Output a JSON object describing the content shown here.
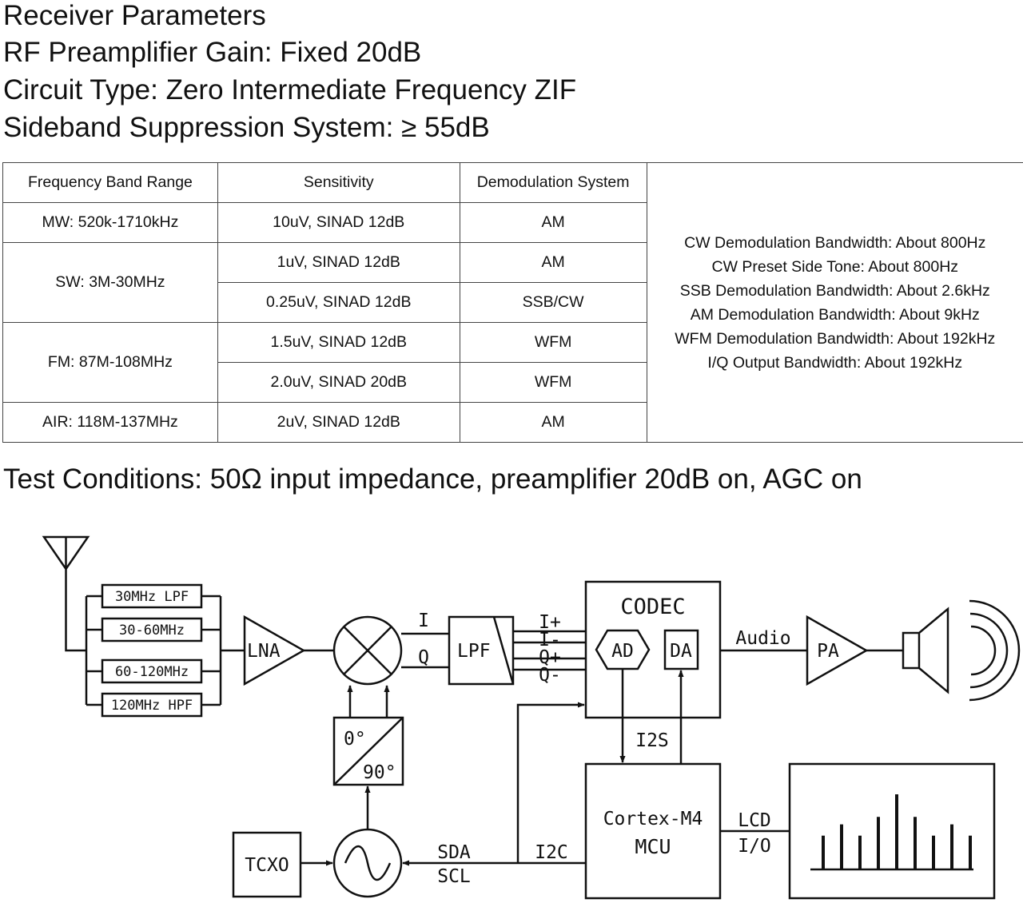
{
  "headings": [
    "Receiver Parameters",
    "RF Preamplifier Gain: Fixed 20dB",
    "Circuit Type: Zero Intermediate Frequency ZIF",
    "Sideband Suppression System: ≥ 55dB"
  ],
  "table": {
    "headers": [
      "Frequency Band Range",
      "Sensitivity",
      "Demodulation System"
    ],
    "bands": [
      {
        "band": "MW: 520k-1710kHz",
        "rows": [
          {
            "sensitivity": "10uV, SINAD 12dB",
            "demod": "AM"
          }
        ]
      },
      {
        "band": "SW: 3M-30MHz",
        "rows": [
          {
            "sensitivity": "1uV, SINAD 12dB",
            "demod": "AM"
          },
          {
            "sensitivity": "0.25uV, SINAD 12dB",
            "demod": "SSB/CW"
          }
        ]
      },
      {
        "band": "FM: 87M-108MHz",
        "rows": [
          {
            "sensitivity": "1.5uV, SINAD 12dB",
            "demod": "WFM"
          },
          {
            "sensitivity": "2.0uV, SINAD 20dB",
            "demod": "WFM"
          }
        ]
      },
      {
        "band": "AIR: 118M-137MHz",
        "rows": [
          {
            "sensitivity": "2uV, SINAD 12dB",
            "demod": "AM"
          }
        ]
      }
    ],
    "notes": [
      "CW Demodulation Bandwidth: About 800Hz",
      "CW Preset Side Tone: About 800Hz",
      "SSB Demodulation Bandwidth: About 2.6kHz",
      "AM Demodulation Bandwidth: About 9kHz",
      "WFM Demodulation Bandwidth: About 192kHz",
      "I/Q Output Bandwidth: About 192kHz"
    ]
  },
  "test_conditions": "Test Conditions: 50Ω input impedance, preamplifier 20dB on, AGC on",
  "diagram": {
    "filters": [
      "30MHz LPF",
      "30-60MHz",
      "60-120MHz",
      "120MHz HPF"
    ],
    "lna": "LNA",
    "mixer_i": "I",
    "mixer_q": "Q",
    "lpf": "LPF",
    "outputs": [
      "I+",
      "I-",
      "Q+",
      "Q-"
    ],
    "codec": "CODEC",
    "ad": "AD",
    "da": "DA",
    "audio": "Audio",
    "pa": "PA",
    "phase_0": "0°",
    "phase_90": "90°",
    "i2s": "I2S",
    "mcu_line1": "Cortex-M4",
    "mcu_line2": "MCU",
    "lcd": "LCD",
    "io": "I/O",
    "tcxo": "TCXO",
    "sda": "SDA",
    "scl": "SCL",
    "i2c": "I2C",
    "lcd_bars": [
      0.45,
      0.6,
      0.45,
      0.7,
      1.0,
      0.7,
      0.45,
      0.6,
      0.45
    ]
  }
}
